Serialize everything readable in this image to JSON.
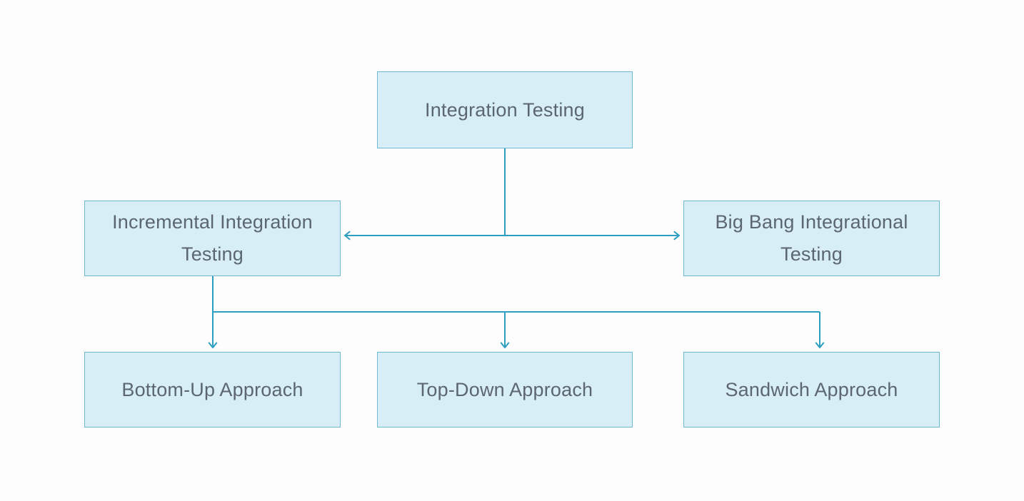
{
  "diagram": {
    "type": "flowchart",
    "nodes": [
      {
        "id": "integration-testing",
        "label": "Integration Testing"
      },
      {
        "id": "incremental-integration-testing",
        "label": "Incremental Integration Testing"
      },
      {
        "id": "big-bang-integrational-testing",
        "label": "Big Bang Integrational Testing"
      },
      {
        "id": "bottom-up-approach",
        "label": "Bottom-Up Approach"
      },
      {
        "id": "top-down-approach",
        "label": "Top-Down Approach"
      },
      {
        "id": "sandwich-approach",
        "label": "Sandwich Approach"
      }
    ],
    "edges": [
      {
        "from": "integration-testing",
        "to": "incremental-integration-testing",
        "arrowhead": "at-target"
      },
      {
        "from": "integration-testing",
        "to": "big-bang-integrational-testing",
        "arrowhead": "at-target"
      },
      {
        "from": "incremental-integration-testing",
        "to": "bottom-up-approach",
        "arrowhead": "at-target"
      },
      {
        "from": "incremental-integration-testing",
        "to": "top-down-approach",
        "arrowhead": "at-target"
      },
      {
        "from": "incremental-integration-testing",
        "to": "sandwich-approach",
        "arrowhead": "at-target"
      }
    ],
    "colors": {
      "node_fill": "#d8eef7",
      "node_border": "#6fb9d1",
      "connector": "#2f9fc1",
      "text": "#5b6670",
      "background": "#fdfdfe"
    }
  }
}
